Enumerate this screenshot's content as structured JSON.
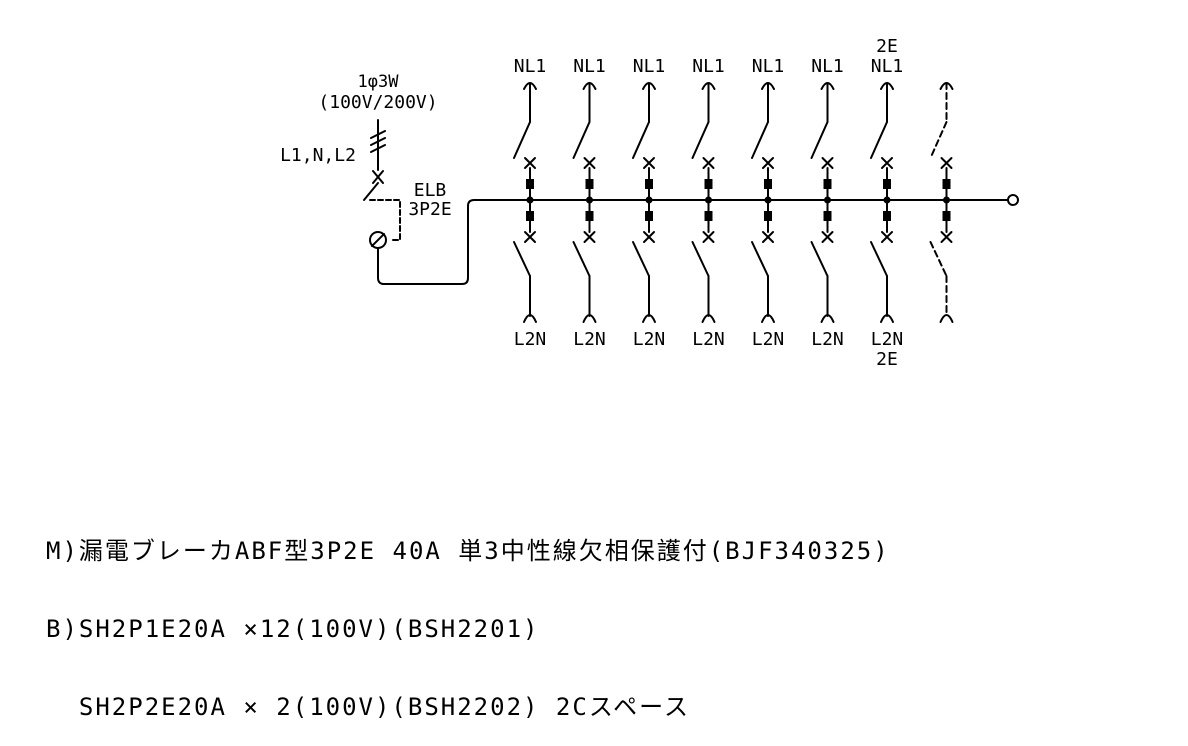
{
  "supply": {
    "phase_label": "1φ3W",
    "voltage_label": "(100V/200V)",
    "lines_label": "L1,N,L2"
  },
  "main_breaker": {
    "type_label": "ELB",
    "poles_label": "3P2E"
  },
  "branches": [
    {
      "top_label": "NL1",
      "bottom_label": "L2N",
      "top_extra": "",
      "bottom_extra": "",
      "spare": false
    },
    {
      "top_label": "NL1",
      "bottom_label": "L2N",
      "top_extra": "",
      "bottom_extra": "",
      "spare": false
    },
    {
      "top_label": "NL1",
      "bottom_label": "L2N",
      "top_extra": "",
      "bottom_extra": "",
      "spare": false
    },
    {
      "top_label": "NL1",
      "bottom_label": "L2N",
      "top_extra": "",
      "bottom_extra": "",
      "spare": false
    },
    {
      "top_label": "NL1",
      "bottom_label": "L2N",
      "top_extra": "",
      "bottom_extra": "",
      "spare": false
    },
    {
      "top_label": "NL1",
      "bottom_label": "L2N",
      "top_extra": "",
      "bottom_extra": "",
      "spare": false
    },
    {
      "top_label": "NL1",
      "bottom_label": "L2N",
      "top_extra": "2E",
      "bottom_extra": "2E",
      "spare": false
    },
    {
      "top_label": "",
      "bottom_label": "",
      "top_extra": "",
      "bottom_extra": "",
      "spare": true
    }
  ],
  "notes": [
    "M)漏電ブレーカABF型3P2E 40A 単3中性線欠相保護付(BJF340325)",
    "B)SH2P1E20A ×12(100V)(BSH2201)",
    "  SH2P2E20A × 2(100V)(BSH2202) 2Cスペース"
  ]
}
